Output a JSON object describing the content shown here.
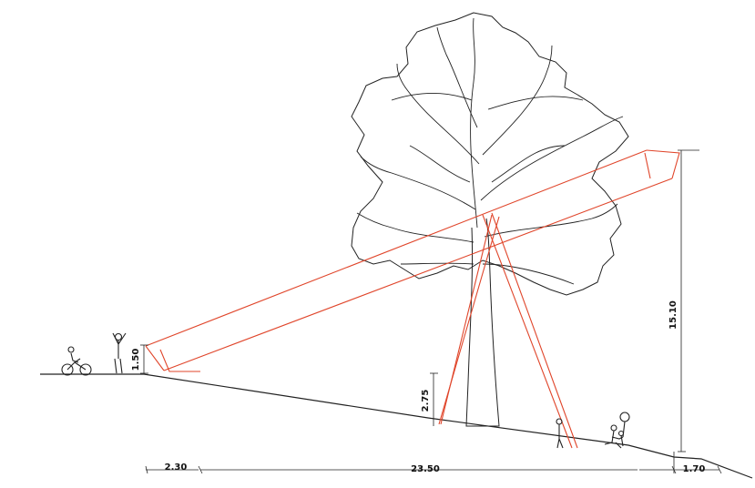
{
  "drawing": {
    "dimensions": {
      "platform_height": "1.50",
      "clearance_height": "2.75",
      "structure_height": "15.10",
      "left_offset": "2.30",
      "span_length": "23.50",
      "right_offset": "1.70"
    },
    "colors": {
      "structure": "#e0452a",
      "linework": "#222222",
      "background": "#ffffff"
    },
    "figures": [
      "cyclist",
      "standing-person",
      "walking-person",
      "adult-with-child-and-balloon"
    ],
    "elements": [
      "tree",
      "inclined-walkway",
      "x-brace-supports",
      "sloped-ground"
    ]
  }
}
